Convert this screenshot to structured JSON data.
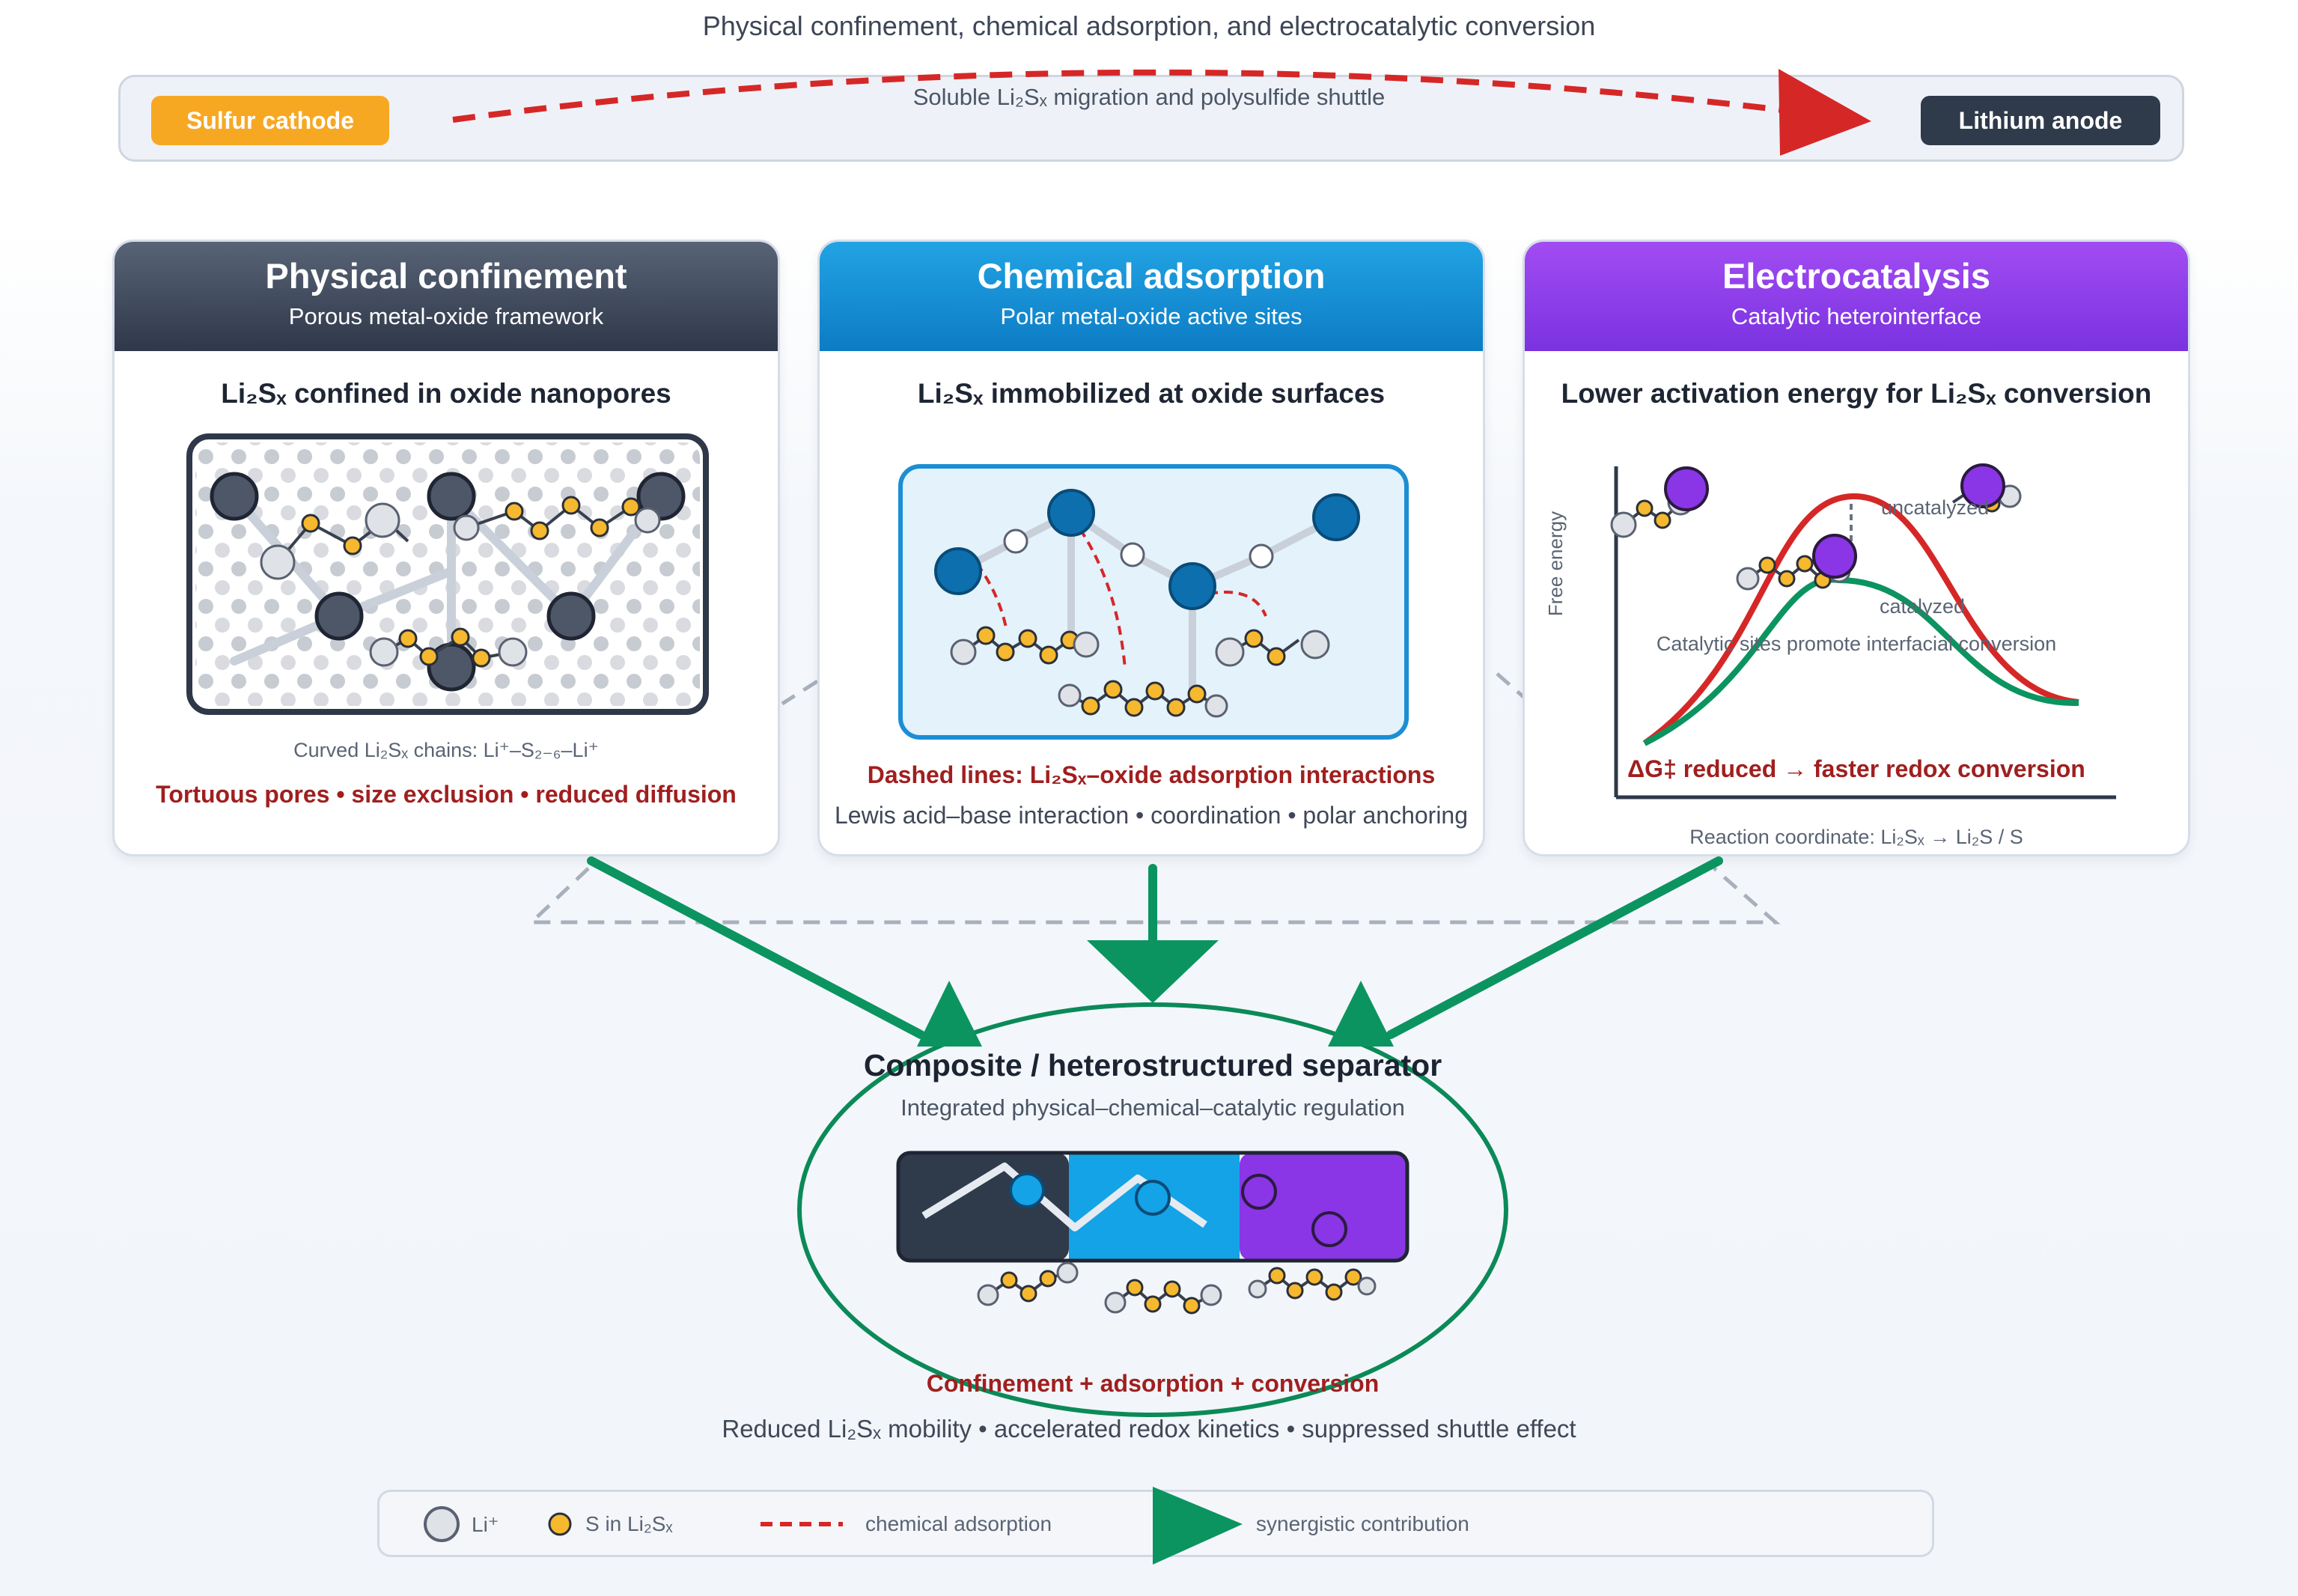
{
  "title": "Physical confinement, chemical adsorption, and electrocatalytic conversion",
  "shuttle": {
    "cathode_label": "Sulfur cathode",
    "anode_label": "Lithium anode",
    "caption": "Soluble Li₂Sₓ migration and polysulfide shuttle"
  },
  "panels": [
    {
      "title": "Physical confinement",
      "subtitle": "Porous metal-oxide framework",
      "heading": "Li₂Sₓ confined in oxide nanopores",
      "caption": "Curved Li₂Sₓ chains: Li⁺–S₂₋₆–Li⁺",
      "note": "Tortuous pores • size exclusion • reduced diffusion"
    },
    {
      "title": "Chemical adsorption",
      "subtitle": "Polar metal-oxide active sites",
      "heading": "Li₂Sₓ immobilized at oxide surfaces",
      "note": "Dashed lines: Li₂Sₓ–oxide adsorption interactions",
      "caption": "Lewis acid–base interaction • coordination • polar anchoring"
    },
    {
      "title": "Electrocatalysis",
      "subtitle": "Catalytic heterointerface",
      "heading": "Lower activation energy for Li₂Sₓ conversion",
      "y_axis": "Free energy",
      "curve_uncatalyzed": "uncatalyzed",
      "curve_catalyzed": "catalyzed",
      "annotation": "Catalytic sites promote interfacial conversion",
      "note": "ΔG‡ reduced → faster redox conversion",
      "x_axis": "Reaction coordinate: Li₂Sₓ → Li₂S / S"
    }
  ],
  "center": {
    "title": "Composite / heterostructured separator",
    "subtitle": "Integrated physical–chemical–catalytic regulation",
    "highlight": "Confinement + adsorption + conversion",
    "summary": "Reduced Li₂Sₓ mobility • accelerated redox kinetics • suppressed shuttle effect"
  },
  "legend": {
    "li": "Li⁺",
    "s": "S in Li₂Sₓ",
    "adsorption": "chemical adsorption",
    "synergy": "synergistic contribution"
  },
  "colors": {
    "sulfur": "#f7a823",
    "dark_oxide": "#4a5568",
    "blue": "#0d7cc5",
    "purple": "#7a32e0",
    "green": "#0b9460",
    "red": "#d62727"
  }
}
